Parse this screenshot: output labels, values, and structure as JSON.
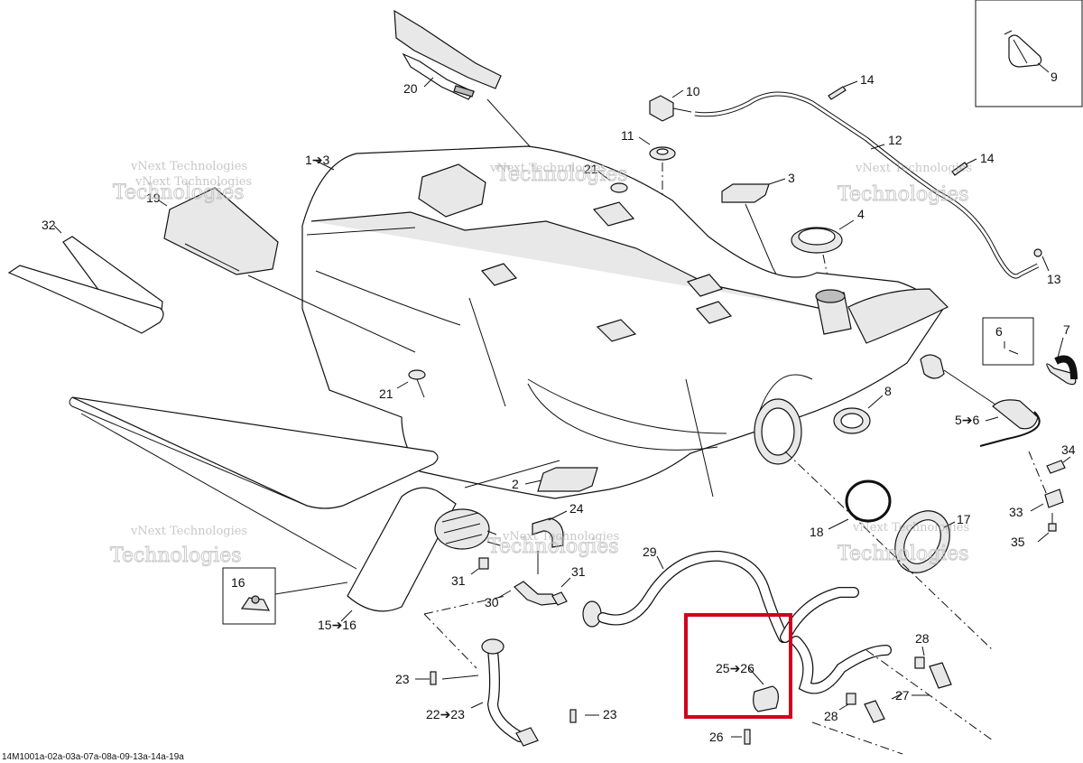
{
  "diagram_code": "14M1001a-02a-03a-07a-08a-09-13a-14a-19a",
  "watermark": {
    "line1": "vNext Technologies",
    "line2": "vNext",
    "line3": "Technologies"
  },
  "callouts": {
    "c1_3": "1➔3",
    "c2": "2",
    "c3": "3",
    "c4": "4",
    "c5_6": "5➔6",
    "c6": "6",
    "c7": "7",
    "c8": "8",
    "c9": "9",
    "c10": "10",
    "c11": "11",
    "c12": "12",
    "c13": "13",
    "c14a": "14",
    "c14b": "14",
    "c15_16": "15➔16",
    "c16": "16",
    "c17": "17",
    "c18": "18",
    "c19": "19",
    "c20": "20",
    "c21a": "21",
    "c21b": "21",
    "c22_23": "22➔23",
    "c23a": "23",
    "c23b": "23",
    "c24": "24",
    "c25_26": "25➔26",
    "c26": "26",
    "c27": "27",
    "c28a": "28",
    "c28b": "28",
    "c29": "29",
    "c30": "30",
    "c31a": "31",
    "c31b": "31",
    "c32": "32",
    "c33": "33",
    "c34": "34",
    "c35": "35"
  },
  "highlight": {
    "label": "25➔26",
    "color": "#d0021b"
  },
  "colors": {
    "line": "#111111",
    "highlight": "#d0021b",
    "watermark": "#9a9a9a"
  }
}
